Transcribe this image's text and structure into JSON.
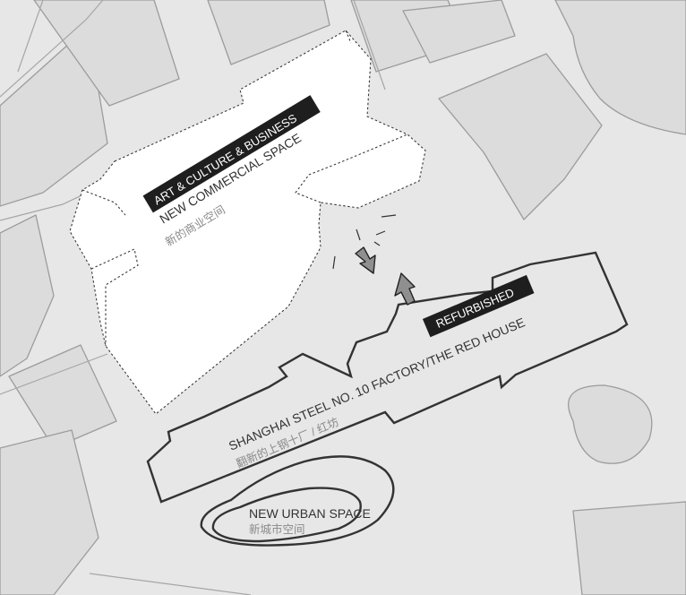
{
  "colors": {
    "background": "#e7e7e7",
    "block_fill": "#dcdcdc",
    "block_stroke": "#9c9c9c",
    "building_fill": "#ffffff",
    "outline": "#333333",
    "tag_fill": "#1e1e1e",
    "tag_text": "#ffffff",
    "label_text": "#333333",
    "label_zh": "#8a8a8a",
    "arrow_fill": "#8f8f8f"
  },
  "new_building": {
    "tag": "ART & CULTURE & BUSINESS",
    "title": "NEW COMMERCIAL SPACE",
    "title_zh": "新的商业空间"
  },
  "red_house": {
    "tag": "REFURBISHED",
    "title": "SHANGHAI STEEL NO. 10 FACTORY/THE RED HOUSE",
    "title_zh": "翻新的上钢十厂 / 红坊"
  },
  "urban_space": {
    "title": "NEW URBAN SPACE",
    "title_zh": "新城市空间"
  }
}
